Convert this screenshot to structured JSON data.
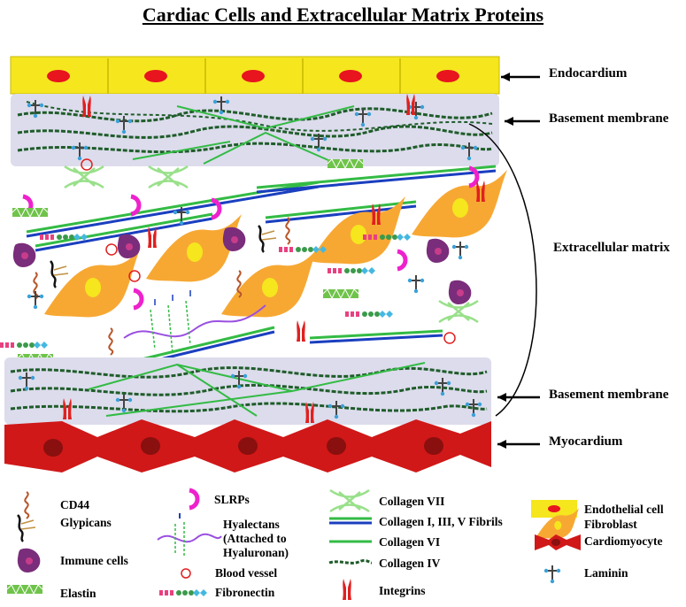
{
  "title": "Cardiac Cells and Extracellular Matrix Proteins",
  "layers": {
    "endocardium": "Endocardium",
    "basement_top": "Basement membrane",
    "ecm": "Extracellular matrix",
    "basement_bottom": "Basement membrane",
    "myocardium": "Myocardium"
  },
  "legend": {
    "col1": [
      "CD44",
      "Glypicans",
      "Immune cells",
      "Elastin"
    ],
    "col2": [
      "SLRPs",
      "Hyalectans",
      "(Attached to",
      "Hyaluronan)",
      "Blood vessel",
      "Fibronectin"
    ],
    "col3": [
      "Collagen VII",
      "Collagen I, III, V Fibrils",
      "Collagen VI",
      "Collagen IV",
      "Integrins"
    ],
    "col4": [
      "Endothelial cell",
      "Fibroblast",
      "Cardiomyocyte",
      "Laminin"
    ]
  },
  "colors": {
    "endothelial": "#f5e61e",
    "nucleus_red": "#e8141e",
    "basement": "#dcdcec",
    "myocyte": "#d01818",
    "myocyte_nucleus": "#8a0f0f",
    "fibroblast": "#f7a833",
    "fibroblast_nucleus": "#f5e61e",
    "collagen_green": "#33bb44",
    "collagen_blue": "#1a3fbf",
    "collagen_iv": "#1f5c2a",
    "slrp": "#ee22cc",
    "immune": "#7a2d7a",
    "integrin": "#e02020",
    "laminin": "#3aa0d8"
  }
}
